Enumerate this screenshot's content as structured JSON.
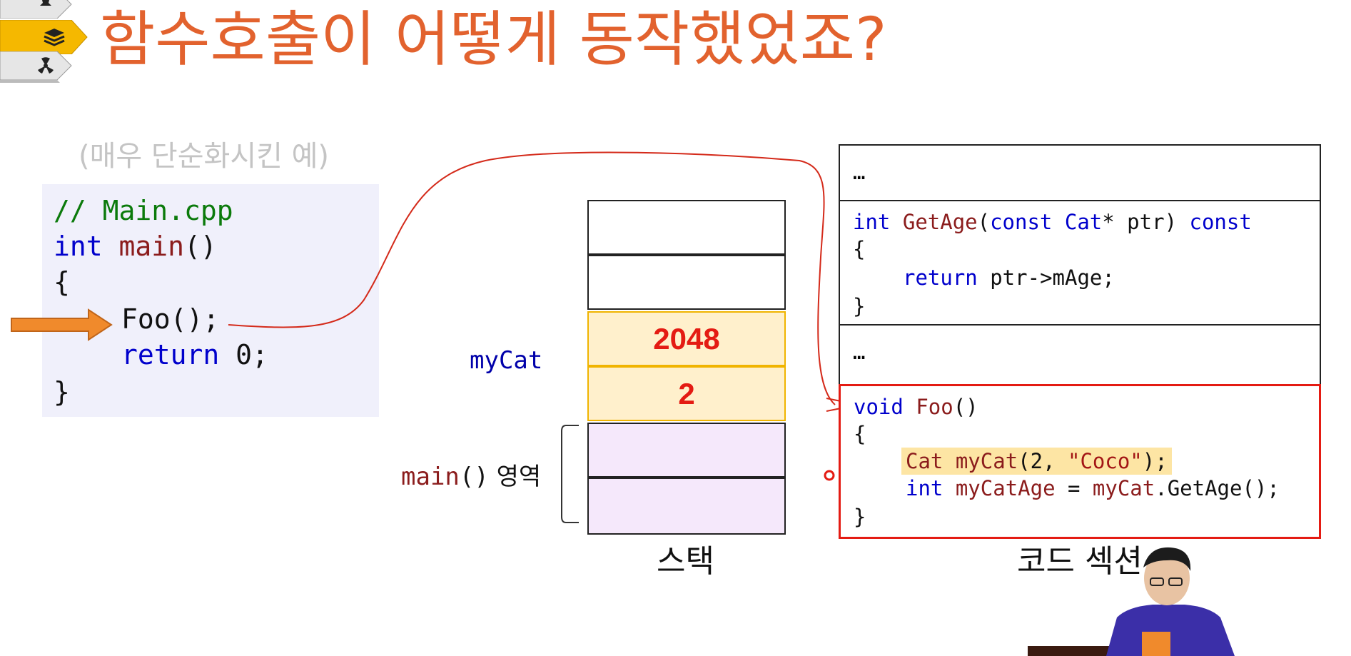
{
  "title": "함수호출이 어떻게 동작했었죠?",
  "subtitle": "(매우 단순화시킨 예)",
  "nav": {
    "items": [
      {
        "icon": "chess-piece-icon",
        "active": false
      },
      {
        "icon": "stack-layers-icon",
        "active": true
      },
      {
        "icon": "radiation-icon",
        "active": false
      }
    ],
    "active_color": "#f5b800",
    "inactive_color": "#e6e6e6"
  },
  "main_code": {
    "comment": "// Main.cpp",
    "line2_kw": "int",
    "line2_fn": "main",
    "line2_rest": "()",
    "line3": "{",
    "line4": "Foo();",
    "line5_kw": "return",
    "line5_rest": " 0;",
    "line6": "}"
  },
  "stack": {
    "label": "스택",
    "var_label": "myCat",
    "frame_fn": "main",
    "frame_paren": "()",
    "frame_word": "영역",
    "values": [
      "2048",
      "2"
    ]
  },
  "code_section": {
    "label": "코드 섹션",
    "ellipsis1": "…",
    "getage": {
      "kw1": "int",
      "fn": "GetAge",
      "p1": "(",
      "kw2": "const",
      "type": "Cat",
      "p2": "* ptr) ",
      "kw3": "const",
      "open": "{",
      "ret_kw": "return",
      "ret_rest": " ptr->mAge;",
      "close": "}"
    },
    "ellipsis2": "…",
    "foo": {
      "kw1": "void",
      "fn": "Foo",
      "p": "()",
      "open": "{",
      "stmt1_type": "Cat",
      "stmt1_var": " myCat",
      "stmt1_args": "(2, ",
      "stmt1_str": "\"Coco\"",
      "stmt1_end": ");",
      "stmt2_kw": "int",
      "stmt2_var": " myCatAge",
      "stmt2_eq": " = ",
      "stmt2_obj": "myCat",
      "stmt2_call": ".GetAge();",
      "close": "}"
    }
  },
  "colors": {
    "title": "#e2622e",
    "accent_red": "#e41b13",
    "arrow_orange": "#f08a2c",
    "highlight": "#fff0cc"
  }
}
